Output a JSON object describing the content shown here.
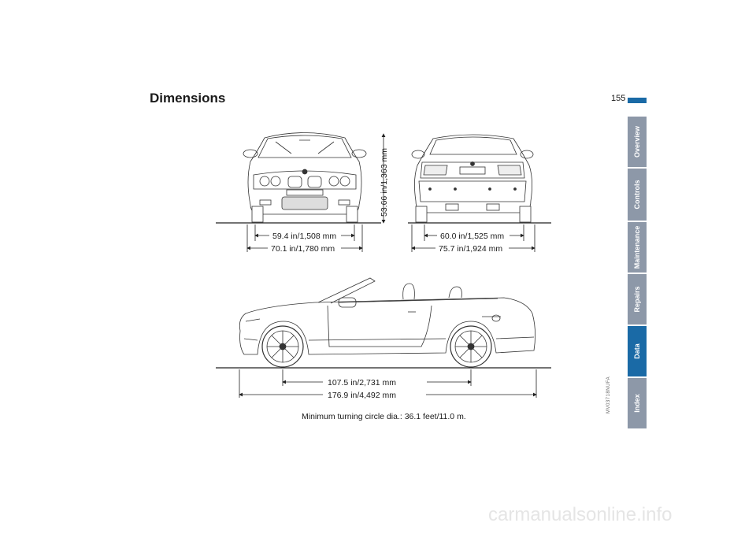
{
  "page": {
    "title": "Dimensions",
    "number": "155",
    "watermark": "MV03718NUFA",
    "footer_url": "carmanualsonline.info"
  },
  "tabs": [
    {
      "label": "Overview",
      "active": false
    },
    {
      "label": "Controls",
      "active": false
    },
    {
      "label": "Maintenance",
      "active": false
    },
    {
      "label": "Repairs",
      "active": false
    },
    {
      "label": "Data",
      "active": true
    },
    {
      "label": "Index",
      "active": false
    }
  ],
  "dimensions": {
    "height": "53.66 in/1,363 mm",
    "front_track": "59.4 in/1,508 mm",
    "front_width": "70.1 in/1,780 mm",
    "rear_track": "60.0 in/1,525 mm",
    "rear_width": "75.7 in/1,924 mm",
    "wheelbase": "107.5 in/2,731 mm",
    "length": "176.9 in/4,492 mm"
  },
  "turning_circle": "Minimum turning circle dia.: 36.1 feet/11.0 m.",
  "colors": {
    "accent": "#1a6aa6",
    "tab_inactive": "#8d98a8"
  }
}
